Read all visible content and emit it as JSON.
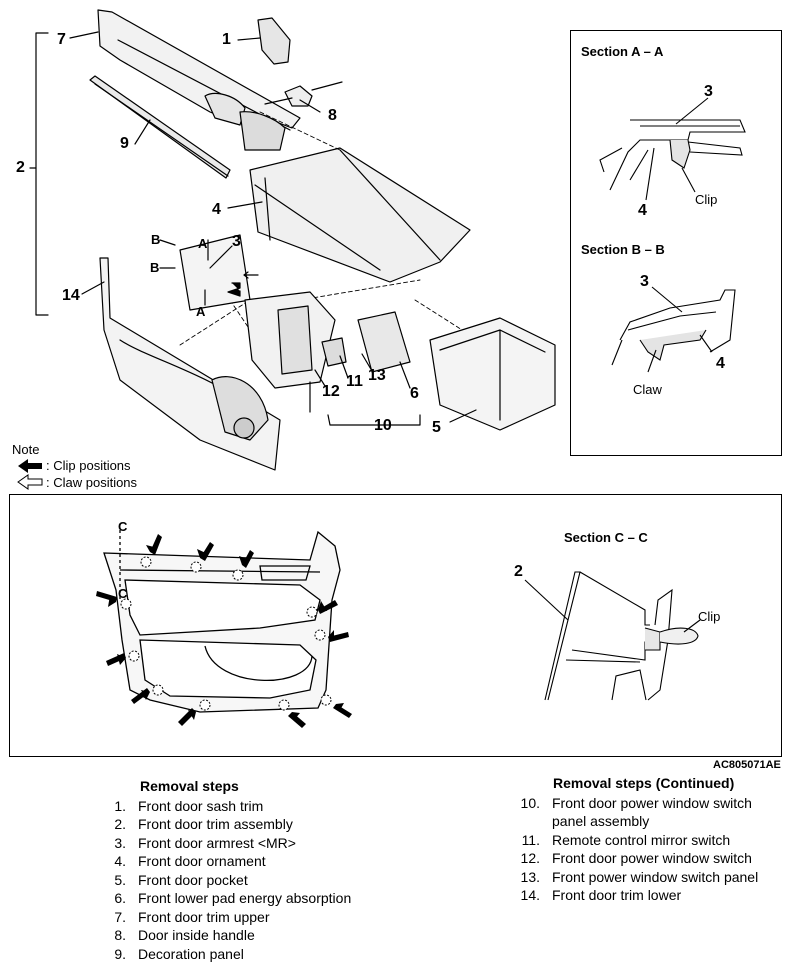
{
  "callouts": {
    "c1": "1",
    "c2": "2",
    "c3": "3",
    "c4": "4",
    "c5": "5",
    "c6": "6",
    "c7": "7",
    "c8": "8",
    "c9": "9",
    "c10": "10",
    "c11": "11",
    "c12": "12",
    "c13": "13",
    "c14": "14"
  },
  "armrest_labels": {
    "a1": "A",
    "a2": "A",
    "b1": "B",
    "b2": "B"
  },
  "section_aa": {
    "title": "Section A – A",
    "n3": "3",
    "n4": "4",
    "clip": "Clip"
  },
  "section_bb": {
    "title": "Section B – B",
    "n3": "3",
    "n4": "4",
    "claw": "Claw"
  },
  "section_cc": {
    "title": "Section C – C",
    "n2": "2",
    "clip": "Clip"
  },
  "panel_labels": {
    "c_top": "C",
    "c_bottom": "C"
  },
  "note": {
    "title": "Note",
    "clip_legend": ": Clip positions",
    "claw_legend": ": Claw positions"
  },
  "reference_code": "AC805071AE",
  "removal_steps": {
    "title": "Removal steps",
    "items": [
      {
        "num": "1.",
        "text": "Front door sash trim"
      },
      {
        "num": "2.",
        "text": "Front door trim assembly"
      },
      {
        "num": "3.",
        "text": "Front door armrest <MR>"
      },
      {
        "num": "4.",
        "text": "Front door ornament"
      },
      {
        "num": "5.",
        "text": "Front door pocket"
      },
      {
        "num": "6.",
        "text": "Front lower pad energy absorption"
      },
      {
        "num": "7.",
        "text": "Front door trim upper"
      },
      {
        "num": "8.",
        "text": "Door inside handle"
      },
      {
        "num": "9.",
        "text": "Decoration panel"
      }
    ]
  },
  "removal_steps_continued": {
    "title": "Removal steps (Continued)",
    "items": [
      {
        "num": "10.",
        "text": "Front door power window switch"
      },
      {
        "num": "",
        "text": "panel assembly"
      },
      {
        "num": "11.",
        "text": "Remote control mirror switch"
      },
      {
        "num": "12.",
        "text": "Front door power window switch"
      },
      {
        "num": "13.",
        "text": "Front power window switch panel"
      },
      {
        "num": "14.",
        "text": "Front door trim lower"
      }
    ]
  }
}
